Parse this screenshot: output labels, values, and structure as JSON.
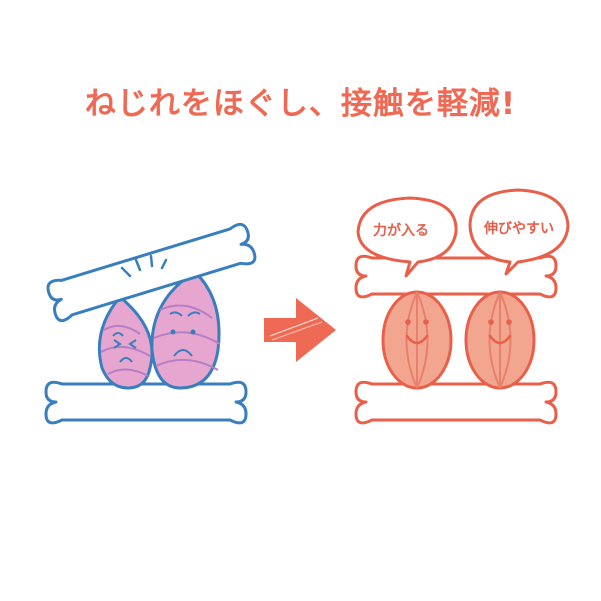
{
  "title": "ねじれをほぐし、接触を軽減!",
  "colors": {
    "accent": "#ee6a55",
    "before_outline": "#3a7fbd",
    "before_fill": "#e7a6cf",
    "before_stripe": "#b57fc6",
    "after_outline": "#e8604a",
    "after_fill": "#f2a58f",
    "after_stripe": "#e9806b",
    "arrow": "#ee6a55"
  },
  "before": {
    "label": "twisted-muscles",
    "faces": [
      "pained",
      "sad"
    ]
  },
  "after": {
    "label": "relaxed-muscles",
    "faces": [
      "smiling",
      "smiling"
    ],
    "bubbles": [
      {
        "text": "力が入る"
      },
      {
        "text": "伸びやすい"
      }
    ]
  }
}
